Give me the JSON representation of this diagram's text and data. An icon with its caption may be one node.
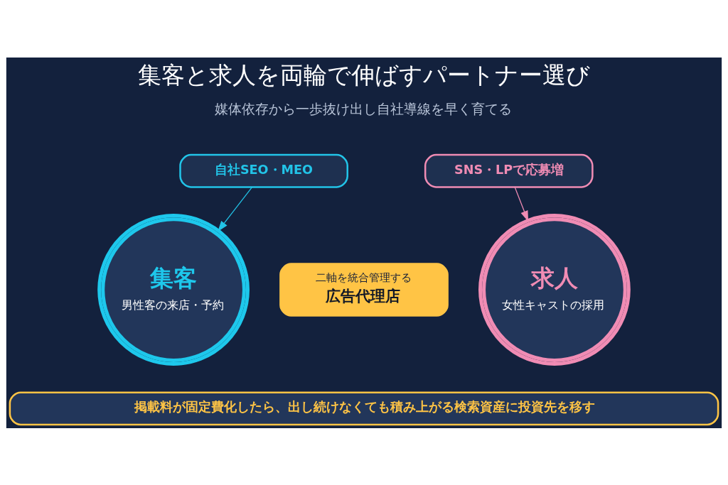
{
  "diagram": {
    "title": "集客と求人を両輪で伸ばすパートナー選び",
    "nodes": [
      {
        "text": [
          "自社SEO・MEO"
        ]
      },
      {
        "text": [
          "集客",
          "男性客の来店・予約"
        ]
      },
      {
        "text": [
          "二軸を統合管理する",
          "広告代理店"
        ]
      },
      {
        "text": [
          "SNS・LPで応募増"
        ]
      },
      {
        "text": [
          "求人",
          "女性キャストの採用"
        ]
      },
      {
        "text": [
          "掲載料が固定費化したら、出し続けなくても積み上がる検索資産に投資先を移す"
        ]
      }
    ],
    "edges": [
      {
        "from": 0,
        "to": 1,
        "arrow": "to",
        "color": "#22c4e8"
      },
      {
        "from": 3,
        "to": 4,
        "arrow": "to",
        "color": "#f08cb4"
      }
    ],
    "labels": [
      "媒体依存から一歩抜け出し自社導線を早く育てる"
    ]
  }
}
